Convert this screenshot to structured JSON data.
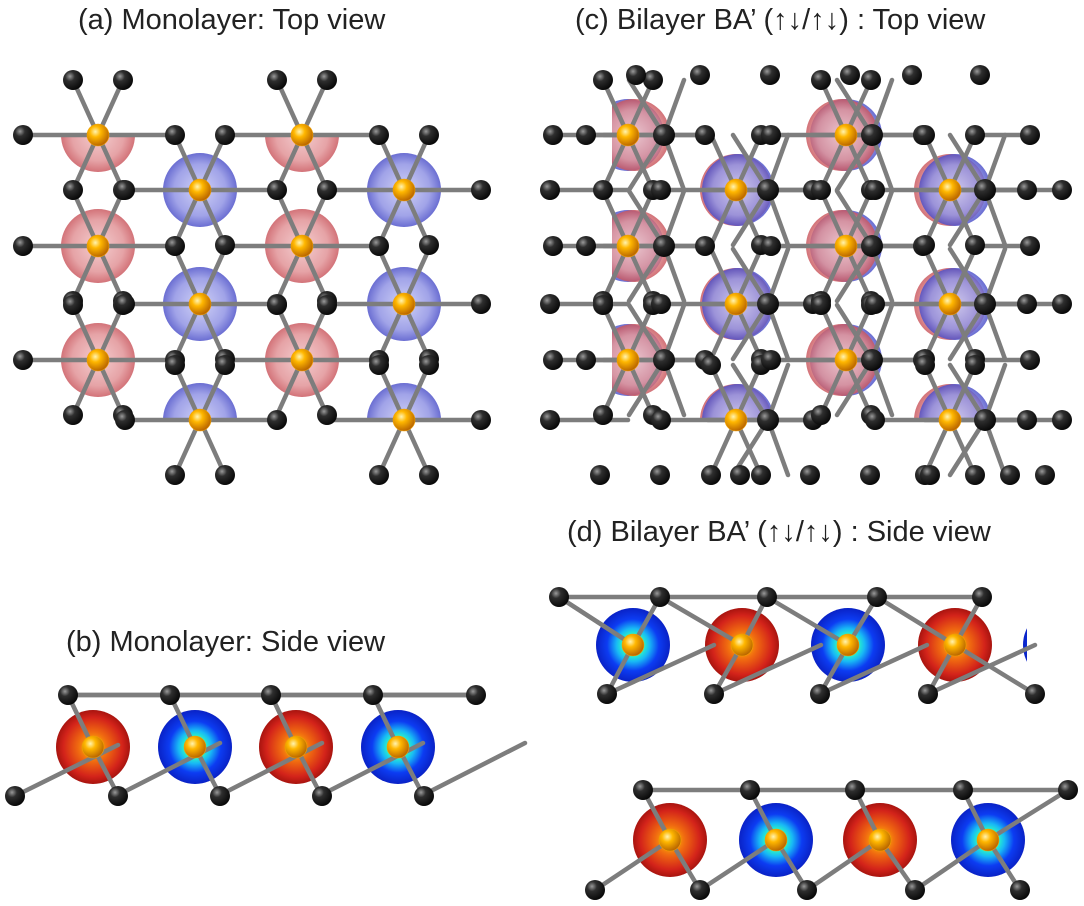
{
  "panels": {
    "a": {
      "title": "(a) Monolayer: Top view"
    },
    "b": {
      "title": "(b) Monolayer: Side view"
    },
    "c": {
      "title": "(c) Bilayer BA’ (↑↓/↑↓) : Top view"
    },
    "d": {
      "title": "(d) Bilayer BA’ (↑↓/↑↓) : Side view"
    }
  },
  "colors": {
    "metal_atom": "#f2a100",
    "nonmetal_atom": "#1c1c1c",
    "bond": "#7d7d7d",
    "spin_up_top": "#d9686e",
    "spin_down_top": "#5b5fd6",
    "spin_up_side": "#d7261c",
    "spin_down_side": "#1030ee"
  }
}
